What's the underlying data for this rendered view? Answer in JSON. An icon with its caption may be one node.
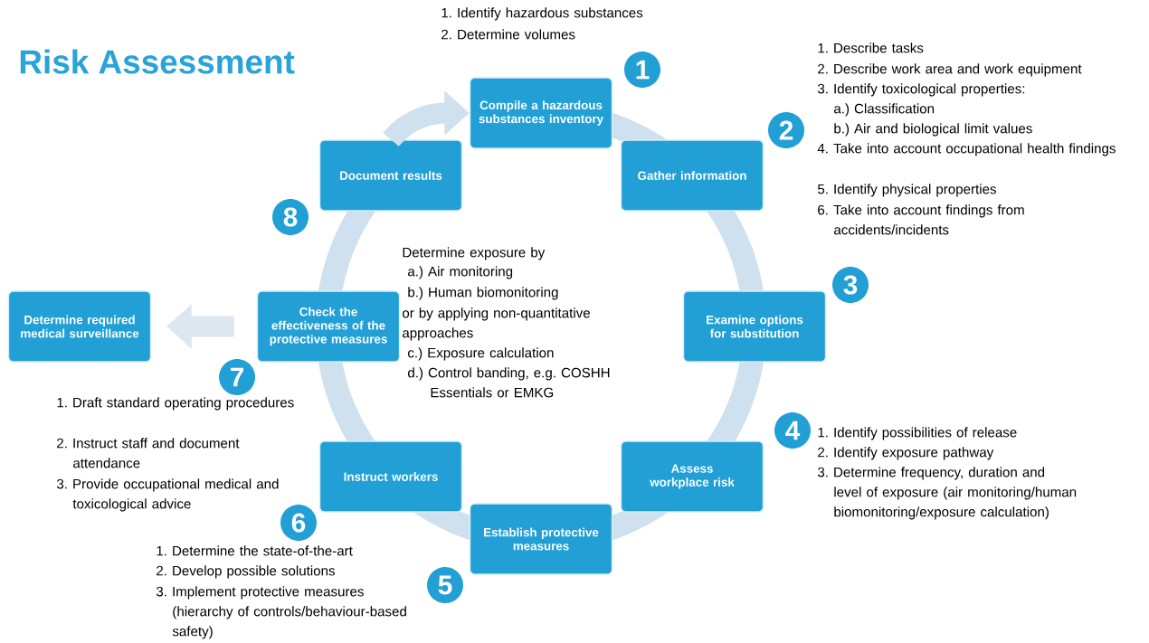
{
  "diagram": {
    "title": "Risk Assessment",
    "nodes": [
      {
        "text": [
          "Compile a hazardous substances inventory"
        ]
      },
      {
        "text": [
          "Gather information"
        ]
      },
      {
        "text": [
          "Examine options for substitution"
        ]
      },
      {
        "text": [
          "Assess workplace risk"
        ]
      },
      {
        "text": [
          "Establish protective measures"
        ]
      },
      {
        "text": [
          "Instruct workers"
        ]
      },
      {
        "text": [
          "Check the effectiveness of the protective measures"
        ]
      },
      {
        "text": [
          "Document results"
        ]
      },
      {
        "text": [
          "Determine required medical surveillance"
        ]
      },
      {
        "text": [
          "1"
        ]
      },
      {
        "text": [
          "2"
        ]
      },
      {
        "text": [
          "3"
        ]
      },
      {
        "text": [
          "4"
        ]
      },
      {
        "text": [
          "5"
        ]
      },
      {
        "text": [
          "6"
        ]
      },
      {
        "text": [
          "7"
        ]
      },
      {
        "text": [
          "8"
        ]
      }
    ],
    "edges": [
      {
        "from": 7,
        "to": 0,
        "arrow": "to"
      },
      {
        "from": 6,
        "to": 8,
        "arrow": "to"
      }
    ],
    "labels": [
      "1. Identify hazardous substances",
      "2. Determine volumes",
      "1. Describe tasks",
      "2. Describe work area and work equipment",
      "3. Identify toxicological properties:",
      "a.) Classification",
      "b.) Air and biological limit values",
      "4. Take into account occupational health findings",
      "5. Identify physical properties",
      "6. Take into account findings from accidents/incidents",
      "Determine exposure by",
      "a.) Air monitoring",
      "b.) Human biomonitoring",
      "or by applying non-quantitative approaches",
      "c.) Exposure calculation",
      "d.) Control banding, e.g. COSHH Essentials or EMKG",
      "1. Draft standard operating procedures",
      "2. Instruct staff and document attendance",
      "3. Provide occupational medical and toxicological advice",
      "1. Identify possibilities of release",
      "2. Identify exposure pathway",
      "3. Determine frequency, duration and level of exposure (air monitoring/human biomonitoring/exposure calculation)",
      "1. Determine the state-of-the-art",
      "2. Develop possible solutions",
      "3. Implement protective measures (hierarchy of controls/behaviour-based safety)"
    ]
  }
}
